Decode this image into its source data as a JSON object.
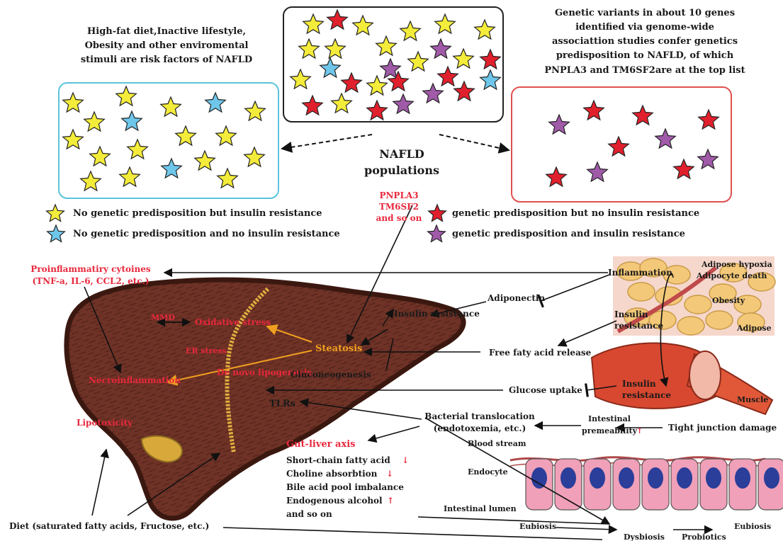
{
  "top": {
    "left_text": [
      "High-fat diet,Inactive lifestyle,",
      "Obesity and other enviromental",
      "stimuli are risk factors of NAFLD"
    ],
    "right_text": [
      "Genetic variants in about 10 genes",
      "identified via genome-wide",
      "associattion studies confer genetics",
      "predisposition to NAFLD, of which",
      "PNPLA3 and TM6SF2are at the top list"
    ],
    "center_label": [
      "NAFLD",
      "populations"
    ],
    "genes": [
      "PNPLA3",
      "TM6SF2",
      "and so on"
    ]
  },
  "legend": {
    "yellow": "No genetic predisposition but insulin resistance",
    "blue": "No genetic predisposition and no insulin resistance",
    "red": "genetic predisposition but no insulin resistance",
    "purple": "genetic predisposition and insulin resistance"
  },
  "colors": {
    "yellow": "#f4ec3a",
    "blue": "#6ec6ea",
    "red": "#e0202c",
    "purple": "#a05aa8",
    "liver": "#6e3226",
    "highlight": "#e8283c",
    "steatosis": "#f0a020"
  },
  "liver": {
    "labels": {
      "mito": "MMD",
      "oxidative": "Oxidative stress",
      "er": "ER stress",
      "steatosis": "Steatosis",
      "necro": "Necroinflammation",
      "denovo": "De novo lipogenesis",
      "lipotoxicity": "Lipotoxicity",
      "insulin_resistance": "Insulin resistance",
      "gluconeo": "Gluconeogenesis",
      "tlrs": "TLRs"
    }
  },
  "left_labels": {
    "proinflammatory": [
      "Proinflammatiry cytoines",
      "(TNF-a, IL-6, CCL2, etc.)"
    ],
    "diet": "Diet (saturated fatty acids, Fructose, etc.)"
  },
  "right_labels": {
    "inflammation": "Inflammation",
    "adipose_hypoxia": "Adipose hypoxia",
    "adipocyte_death": "Adipocyte death",
    "obesity": "Obesity",
    "adipose": "Adipose",
    "adiponectin": "Adiponectin",
    "insulin_resistance_adipose": [
      "Insulin",
      "resistance"
    ],
    "free_fatty": "Free faty acid release",
    "glucose_uptake": "Glucose uptake",
    "insulin_resistance_muscle": [
      "Insulin",
      "resistance"
    ],
    "muscle": "Muscle",
    "bacterial": [
      "Bacterial translocation",
      "(endotoxemia, etc.)"
    ],
    "intestinal": [
      "Intestinal",
      "premeability"
    ],
    "tight_junction": "Tight junction damage",
    "blood_stream": "Blood stream",
    "endocyte": "Endocyte",
    "lumen": "Intestinal lumen",
    "eubiosis_left": "Eubiosis",
    "eubiosis_right": "Eubiosis",
    "dysbiosis": "Dysbiosis",
    "probiotics": "Probiotics"
  },
  "gut": {
    "title": "Gut-liver axis",
    "items": [
      "Short-chain fatty acid",
      "Choline absorbtion",
      "Bile acid pool imbalance",
      "Endogenous alcohol",
      "and so on"
    ],
    "arrows": [
      "↓",
      "↓",
      "",
      "↑",
      ""
    ]
  }
}
